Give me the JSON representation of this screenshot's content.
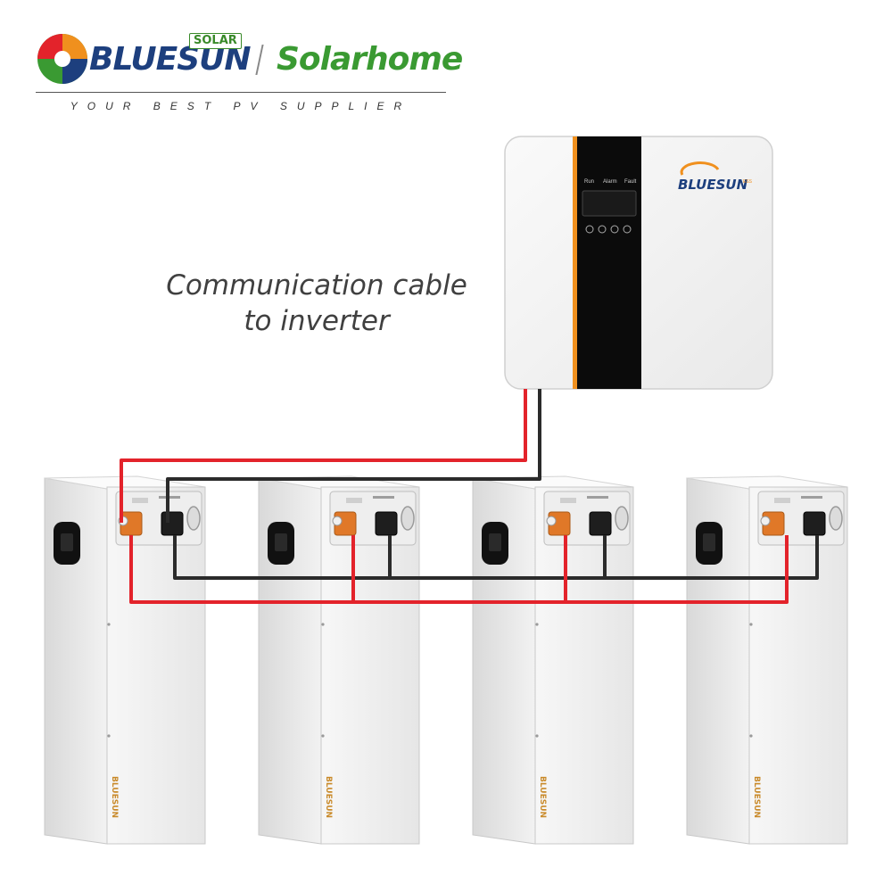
{
  "header": {
    "brand_main": "BLUESUN",
    "brand_badge": "SOLAR",
    "brand_partner": "Solarhome",
    "tagline": "YOUR BEST PV SUPPLIER"
  },
  "caption": {
    "line1": "Communication cable",
    "line2": "to inverter"
  },
  "inverter": {
    "brand": "BLUESUN",
    "brand_suffix": "ESS",
    "indicators": [
      "Run",
      "Alarm",
      "Fault"
    ]
  },
  "batteries": [
    {
      "brand": "BLUESUN"
    },
    {
      "brand": "BLUESUN"
    },
    {
      "brand": "BLUESUN"
    },
    {
      "brand": "BLUESUN"
    }
  ],
  "colors": {
    "brand_blue": "#1d3f7e",
    "brand_green": "#3a9a32",
    "accent_orange": "#f0901e",
    "cable_red": "#e3232b",
    "cable_black": "#2b2b2b",
    "terminal_orange": "#e07828"
  }
}
